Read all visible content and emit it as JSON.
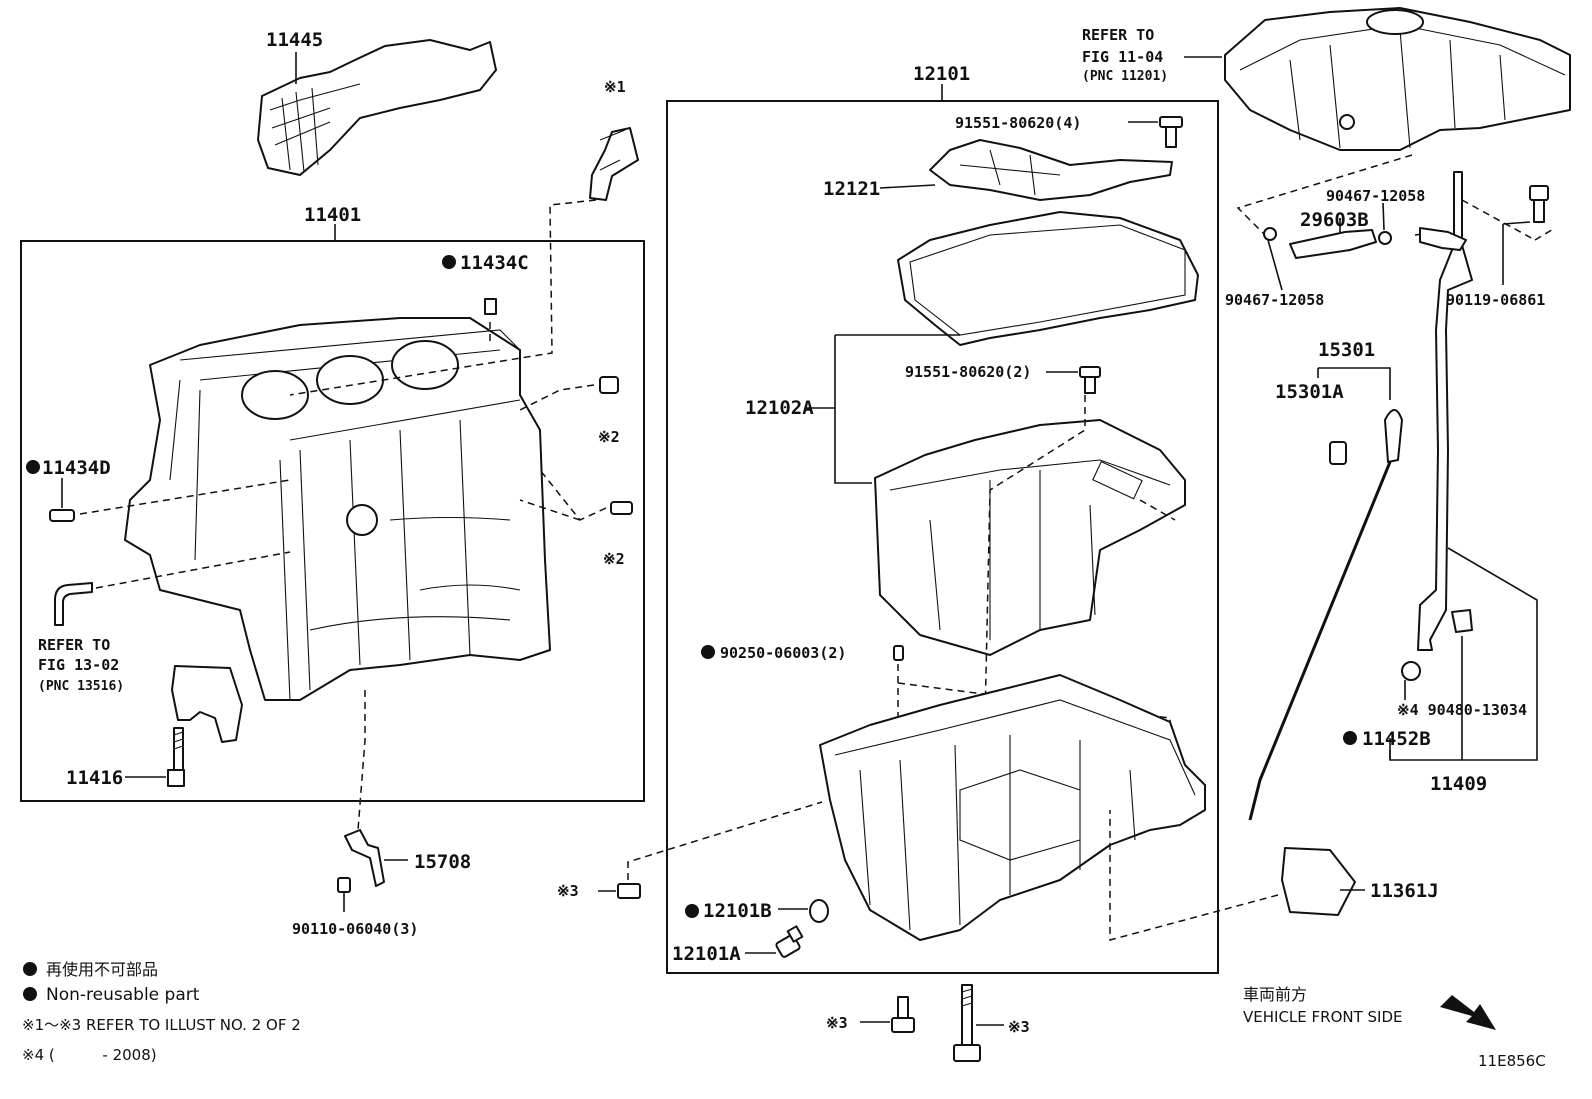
{
  "labels": {
    "p11445": "11445",
    "p11401": "11401",
    "p11434c": "11434C",
    "p11434d": "11434D",
    "mark1": "※1",
    "mark2a": "※2",
    "mark2b": "※2",
    "refer13_l1": "REFER TO",
    "refer13_l2": "FIG 13-02",
    "refer13_l3": "(PNC 13516)",
    "p11416": "11416",
    "p15708": "15708",
    "p90110": "90110-06040(3)",
    "p12101": "12101",
    "p91551_4": "91551-80620(4)",
    "p12121": "12121",
    "p91551_2": "91551-80620(2)",
    "p12102a": "12102A",
    "p90250": "90250-06003(2)",
    "mark3_plug": "※3",
    "p12101b": "12101B",
    "p12101a": "12101A",
    "mark3_bolt1": "※3",
    "mark3_bolt2": "※3",
    "refer11_l1": "REFER TO",
    "refer11_l2": "FIG 11-04",
    "refer11_l3": "(PNC 11201)",
    "p90467_top": "90467-12058",
    "p29603b": "29603B",
    "p90467_bot": "90467-12058",
    "p90119": "90119-06861",
    "p15301": "15301",
    "p15301a": "15301A",
    "p90480": "※4 90480-13034",
    "p11452b": "11452B",
    "p11409": "11409",
    "p11361j": "11361J",
    "front_jp": "車両前方",
    "front_en": "VEHICLE FRONT SIDE",
    "code": "11E856C"
  },
  "legend": {
    "jp": "再使用不可部品",
    "en": "Non-reusable part",
    "refer": "※1～※3  REFER TO ILLUST NO. 2 OF 2",
    "note4": "※4 (          - 2008)"
  }
}
